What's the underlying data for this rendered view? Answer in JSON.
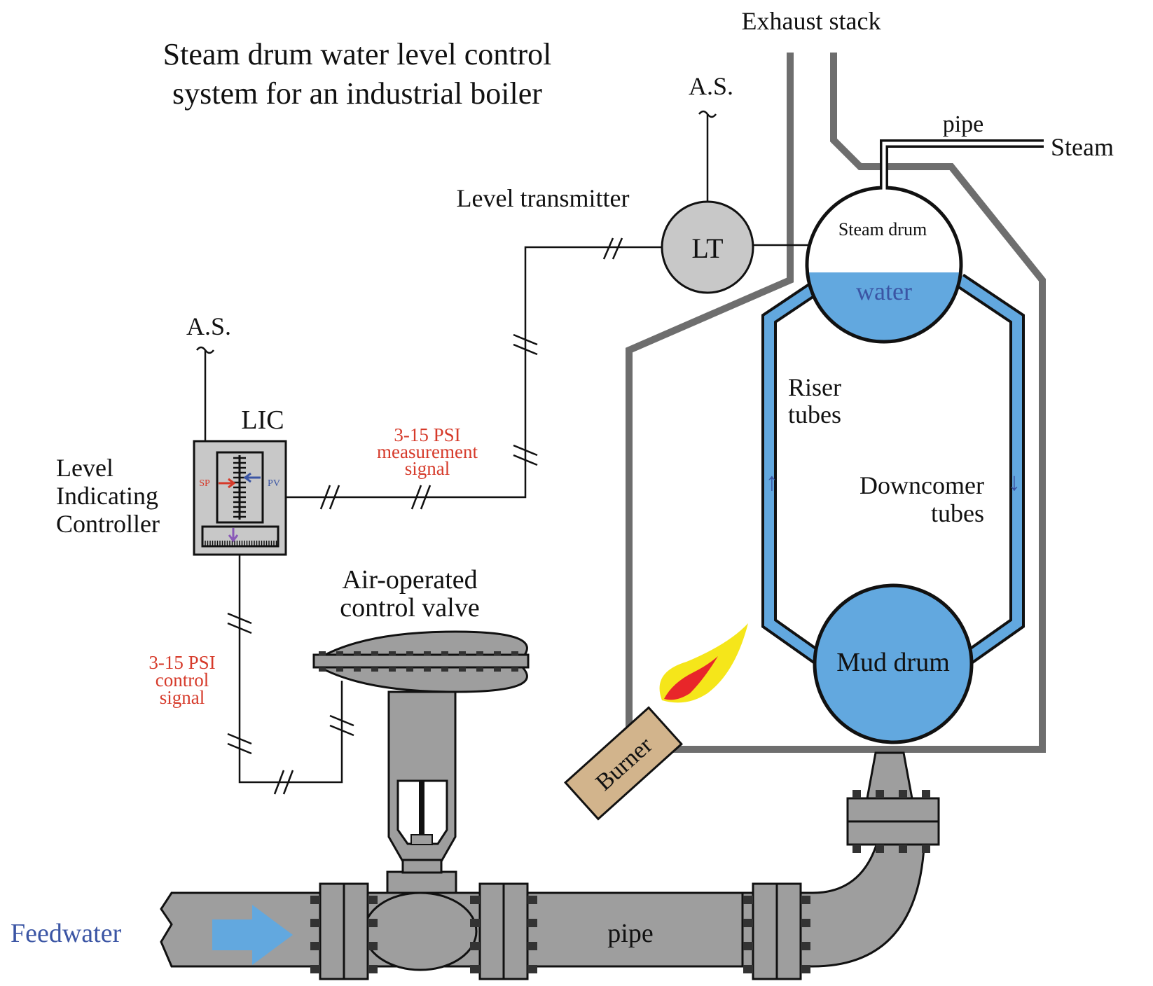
{
  "title": {
    "line1": "Steam drum water level control",
    "line2": "system for an industrial boiler"
  },
  "labels": {
    "exhaust_stack": "Exhaust stack",
    "steam_pipe": "pipe",
    "steam": "Steam",
    "air_supply_lt": "A.S.",
    "air_supply_lic": "A.S.",
    "level_transmitter": "Level transmitter",
    "lt_tag": "LT",
    "steam_drum": "Steam drum",
    "water": "water",
    "riser_line1": "Riser",
    "riser_line2": "tubes",
    "downcomer_line1": "Downcomer",
    "downcomer_line2": "tubes",
    "mud_drum": "Mud drum",
    "burner": "Burner",
    "lic_tag": "LIC",
    "lic_name_line1": "Level",
    "lic_name_line2": "Indicating",
    "lic_name_line3": "Controller",
    "sp": "SP",
    "pv": "PV",
    "meas_signal_line1": "3-15 PSI",
    "meas_signal_line2": "measurement",
    "meas_signal_line3": "signal",
    "ctrl_signal_line1": "3-15 PSI",
    "ctrl_signal_line2": "control",
    "ctrl_signal_line3": "signal",
    "valve_line1": "Air-operated",
    "valve_line2": "control valve",
    "feedwater": "Feedwater",
    "feed_pipe": "pipe"
  },
  "colors": {
    "water": "#62a8df",
    "wall": "#6e6e6e",
    "metal": "#9e9e9e",
    "signal_text": "#d63a2a",
    "feedwater_text": "#3b55a4",
    "flame_outer": "#f5e61a",
    "flame_inner": "#e8262a",
    "burner": "#d2b48c"
  },
  "drum_water_level_fraction": 0.45
}
